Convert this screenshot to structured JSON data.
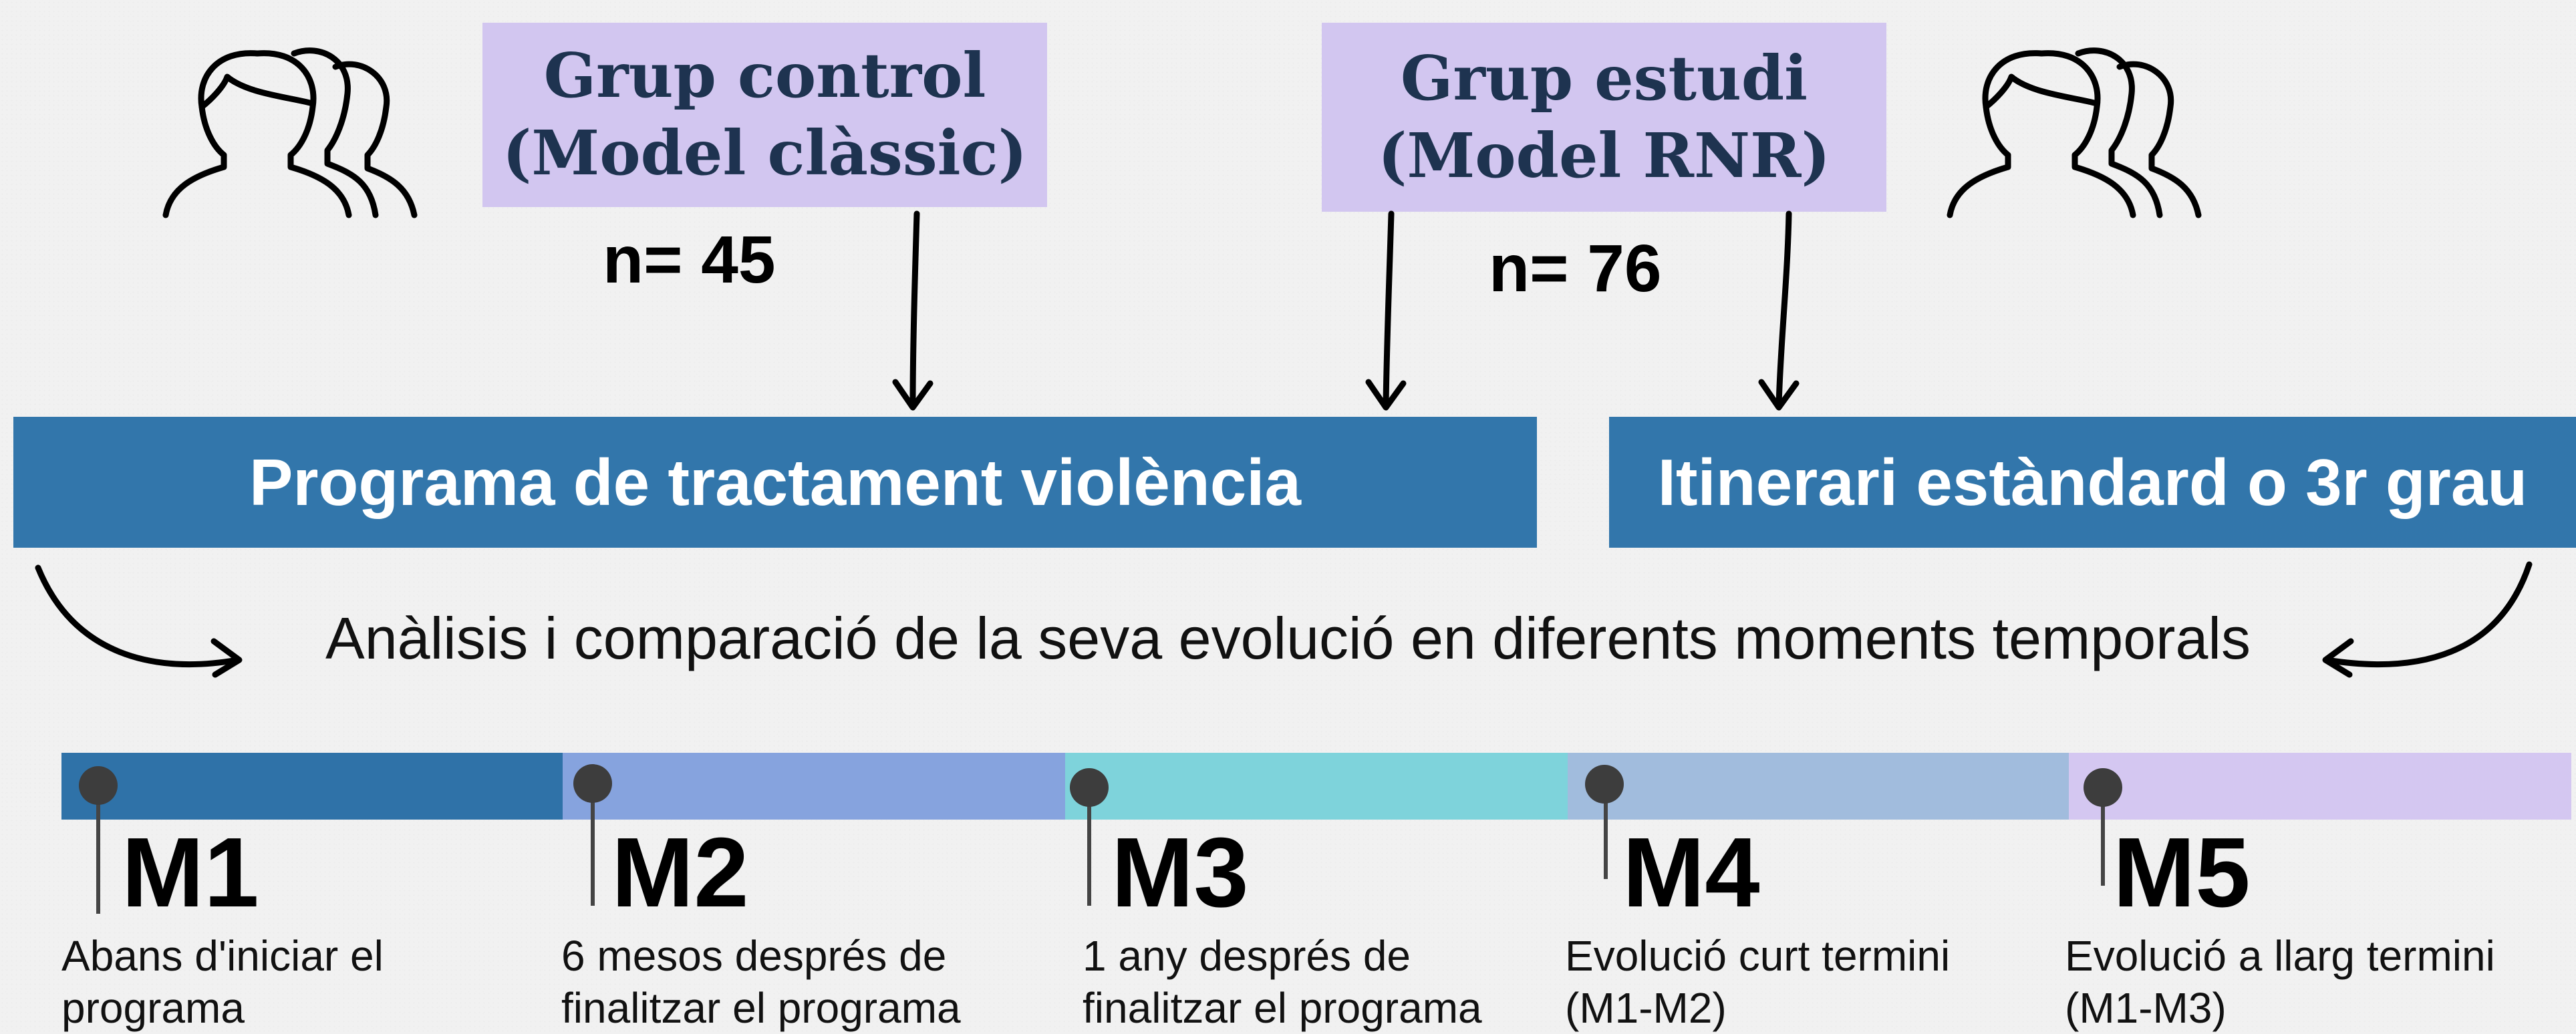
{
  "groups": {
    "control": {
      "line1": "Grup control",
      "line2": "(Model clàssic)",
      "count": "n= 45"
    },
    "study": {
      "line1": "Grup estudi",
      "line2": "(Model RNR)",
      "count": "n= 76"
    }
  },
  "bars": {
    "program": "Programa de tractament violència",
    "itinerary": "Itinerari estàndard o 3r grau"
  },
  "analysis_text": "Anàlisis i comparació de la seva evolució en diferents moments temporals",
  "timeline": [
    {
      "label": "M1",
      "desc_line1": "Abans d'iniciar el",
      "desc_line2": "programa",
      "color": "#2f72a8"
    },
    {
      "label": "M2",
      "desc_line1": "6 mesos després de",
      "desc_line2": "finalitzar el programa",
      "color": "#86a3de"
    },
    {
      "label": "M3",
      "desc_line1": "1 any després de",
      "desc_line2": "finalitzar el programa",
      "color": "#7ed3db"
    },
    {
      "label": "M4",
      "desc_line1": "Evolució curt termini",
      "desc_line2": "(M1-M2)",
      "color": "#a1bcdd"
    },
    {
      "label": "M5",
      "desc_line1": "Evolució a llarg termini",
      "desc_line2": "(M1-M3)",
      "color": "#d4c7f1"
    }
  ],
  "icons": [
    "people-group-icon-left",
    "people-group-icon-right"
  ],
  "colors": {
    "group_box": "#d2c6f0",
    "group_text": "#1e3350",
    "bar": "#3276ab"
  }
}
